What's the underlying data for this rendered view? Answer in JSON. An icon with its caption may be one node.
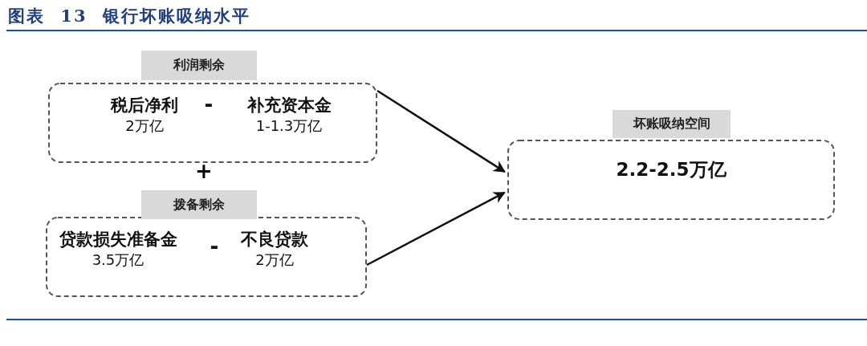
{
  "diagram": {
    "title": "图表 13 银行坏账吸纳水平",
    "nodes": [
      {
        "text": [
          "利润剩余",
          "税后净利",
          "2万亿",
          "-",
          "补充资本金",
          "1-1.3万亿"
        ]
      },
      {
        "text": [
          "拨备剩余",
          "贷款损失准备金",
          "3.5万亿",
          "-",
          "不良贷款",
          "2万亿"
        ]
      },
      {
        "text": [
          "坏账吸纳空间",
          "2.2-2.5万亿"
        ]
      }
    ],
    "edges": [
      {
        "from": 0,
        "to": 2,
        "arrow": "to"
      },
      {
        "from": 1,
        "to": 2,
        "arrow": "to"
      }
    ],
    "labels": [
      "+"
    ]
  }
}
